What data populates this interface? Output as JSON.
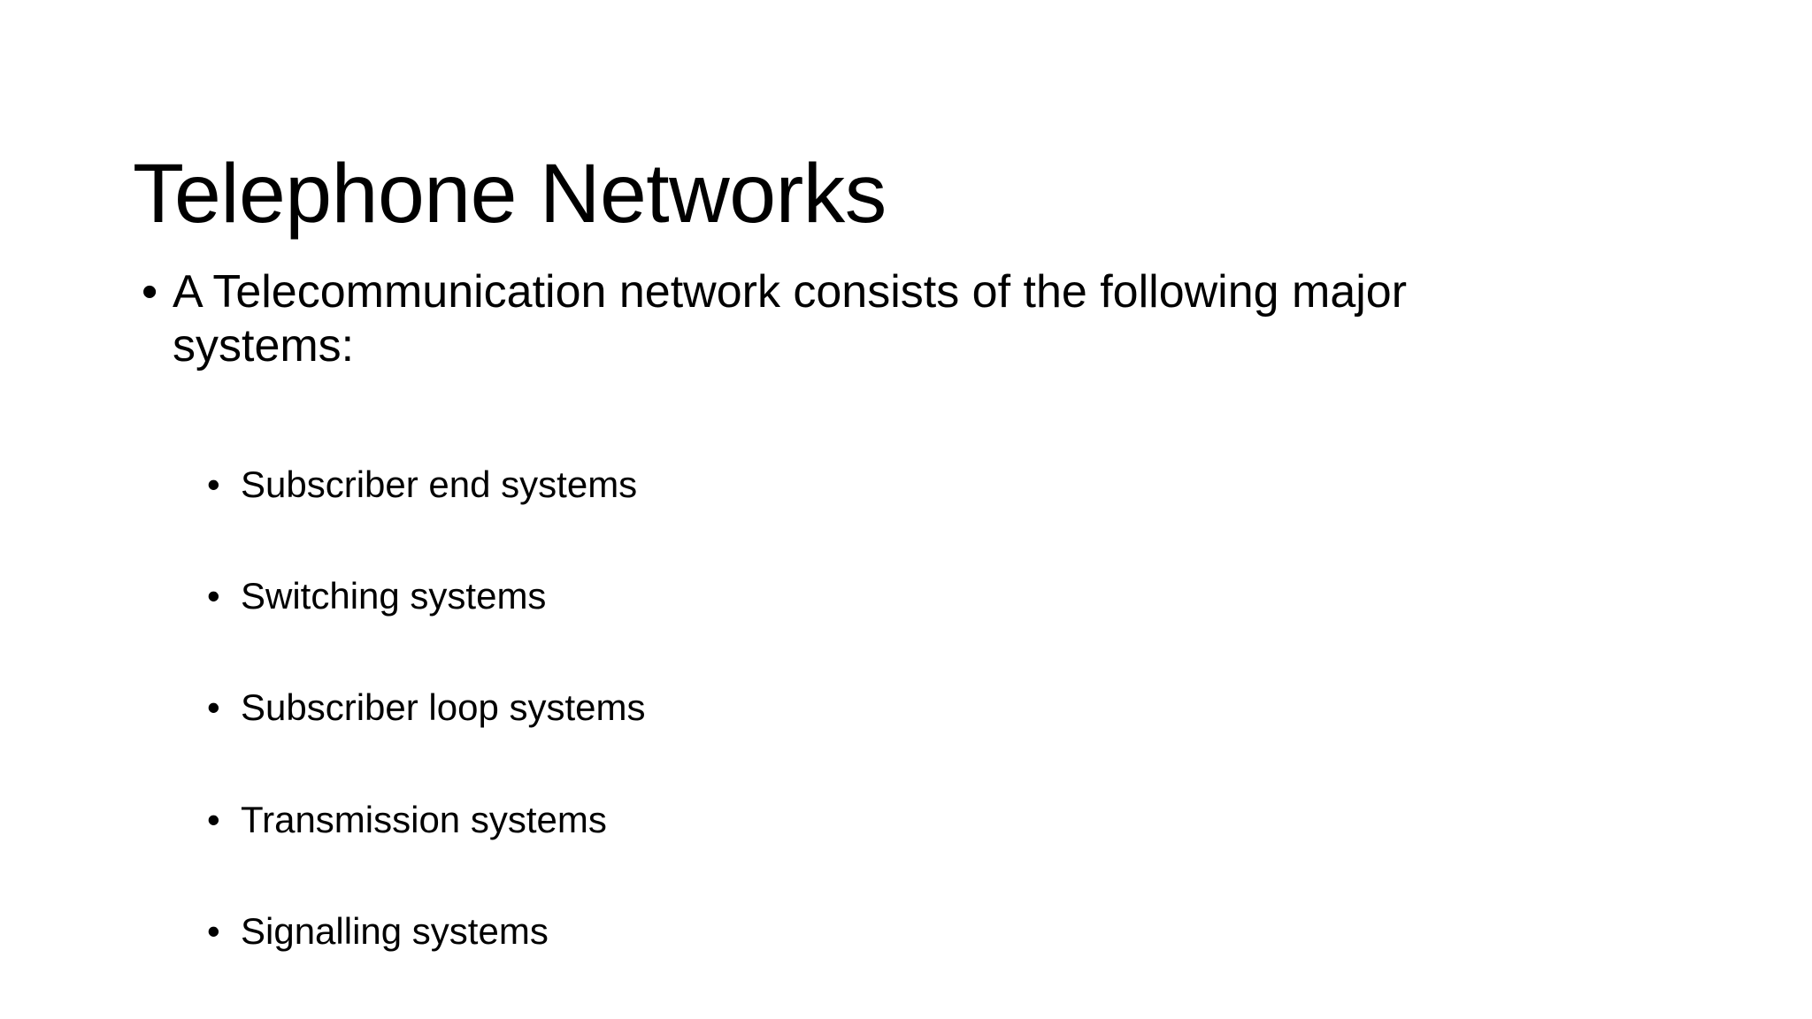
{
  "slide": {
    "background_color": "#FFFFFF",
    "text_color": "#000000",
    "title": "Telephone Networks",
    "bullet_glyph": "•",
    "body": {
      "level1": {
        "text": "A Telecommunication network consists of the following major systems:"
      },
      "level2": [
        {
          "text": "Subscriber end systems"
        },
        {
          "text": "Switching systems"
        },
        {
          "text": "Subscriber loop systems"
        },
        {
          "text": "Transmission systems"
        },
        {
          "text": "Signalling systems"
        }
      ]
    }
  }
}
